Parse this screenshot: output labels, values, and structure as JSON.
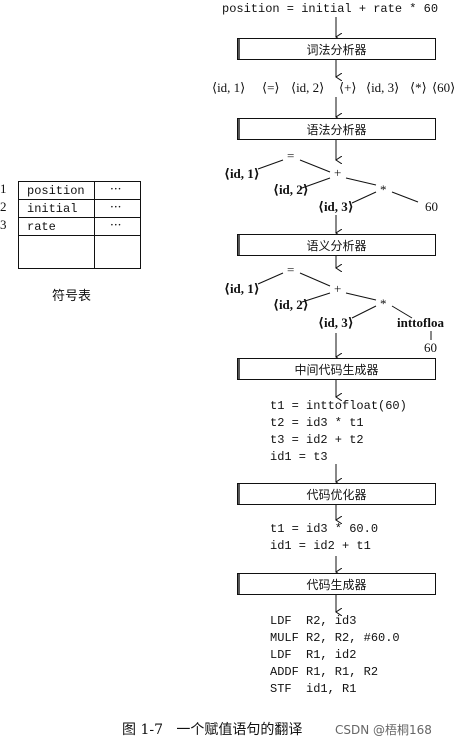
{
  "header_stmt": "position = initial + rate * 60",
  "phases": {
    "lexer": "词法分析器",
    "parser": "语法分析器",
    "semantic": "语义分析器",
    "intermediate": "中间代码生成器",
    "optimizer": "代码优化器",
    "codegen": "代码生成器"
  },
  "tokens": {
    "t1_text": "⟨id, 1⟩",
    "t2_text": "⟨=⟩",
    "t3_text": "⟨id, 2⟩",
    "t4_text": "⟨+⟩",
    "t5_text": "⟨id, 3⟩",
    "t6_text": "⟨*⟩",
    "t7_text": "⟨60⟩"
  },
  "syntax_tree": {
    "eq": "=",
    "plus": "+",
    "times": "*",
    "id1": "⟨id, 1⟩",
    "id2": "⟨id, 2⟩",
    "id3": "⟨id, 3⟩",
    "num": "60"
  },
  "semantic_tree": {
    "eq": "=",
    "plus": "+",
    "times": "*",
    "id1": "⟨id, 1⟩",
    "id2": "⟨id, 2⟩",
    "id3": "⟨id, 3⟩",
    "conv": "inttofloa",
    "num": "60"
  },
  "intermediate_code": [
    "t1 = inttofloat(60)",
    "t2 = id3 * t1",
    "t3 = id2 + t2",
    "id1 = t3"
  ],
  "optimized_code": [
    "t1 = id3 * 60.0",
    "id1 = id2 + t1"
  ],
  "target_code": [
    "LDF  R2, id3",
    "MULF R2, R2, #60.0",
    "LDF  R1, id2",
    "ADDF R1, R1, R2",
    "STF  id1, R1"
  ],
  "symbol_table": {
    "caption": "符号表",
    "rows": [
      {
        "num": "1",
        "name": "position",
        "attr": "···"
      },
      {
        "num": "2",
        "name": "initial",
        "attr": "···"
      },
      {
        "num": "3",
        "name": "rate",
        "attr": "···"
      }
    ]
  },
  "caption": "图 1-7   一个赋值语句的翻译",
  "watermark": "CSDN @梧桐168"
}
